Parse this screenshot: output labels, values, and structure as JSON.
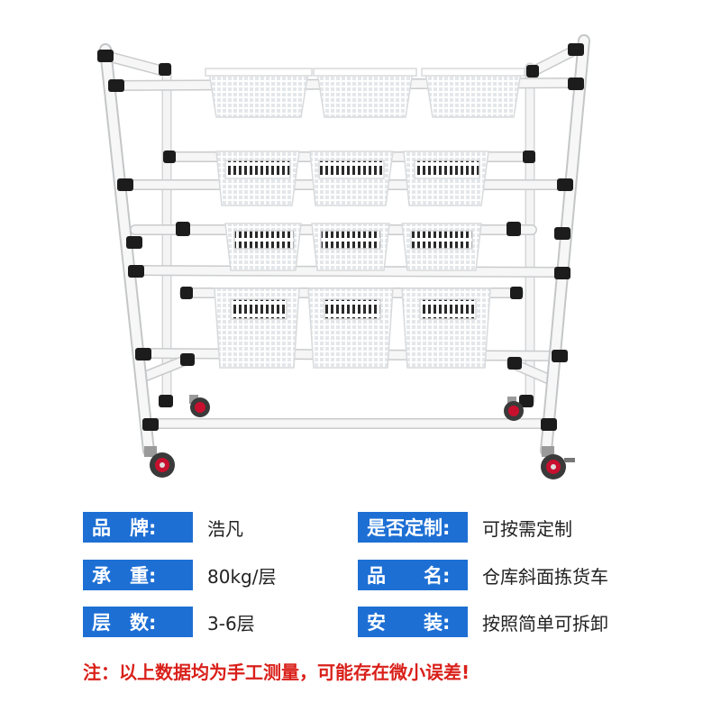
{
  "photo": {
    "subject_icon": "rack-cart-icon"
  },
  "specs": {
    "left": [
      {
        "label": "品　牌:",
        "value": "浩凡"
      },
      {
        "label": "承　重:",
        "value": "80kg/层"
      },
      {
        "label": "层　数:",
        "value": "3-6层"
      }
    ],
    "right": [
      {
        "label": "是否定制:",
        "value": "可按需定制"
      },
      {
        "label": "品　　名:",
        "value": "仓库斜面拣货车"
      },
      {
        "label": "安　　装:",
        "value": "按照简单可拆卸"
      }
    ]
  },
  "note": "注：以上数据均为手工测量，可能存在微小误差!",
  "colors": {
    "label_bg": "#1d6fd4",
    "label_text": "#ffffff",
    "note_text": "#d9201a",
    "pipe": "#f2f2f2",
    "joint": "#1c1c1c",
    "basket": "#ffffff",
    "wheel_hub": "#c8102e"
  }
}
